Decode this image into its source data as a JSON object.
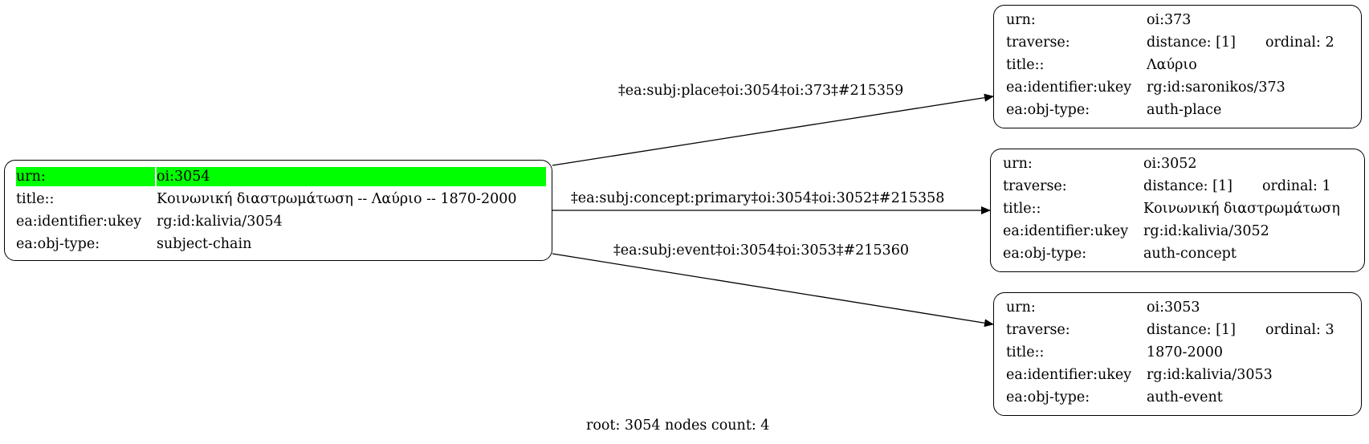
{
  "root_node": {
    "urn_key": "urn:",
    "urn": "oi:3054",
    "title_key": "title::",
    "title": "Κοινωνική διαστρωμάτωση -- Λαύριο -- 1870-2000",
    "ukey_key": "ea:identifier:ukey",
    "ukey": "rg:id:kalivia/3054",
    "type_key": "ea:obj-type:",
    "type": "subject-chain"
  },
  "nodes": [
    {
      "urn_key": "urn:",
      "urn": "oi:373",
      "traverse_key": "traverse:",
      "distance": "distance: [1]",
      "ordinal": "ordinal: 2",
      "title_key": "title::",
      "title": "Λαύριο",
      "ukey_key": "ea:identifier:ukey",
      "ukey": "rg:id:saronikos/373",
      "type_key": "ea:obj-type:",
      "type": "auth-place"
    },
    {
      "urn_key": "urn:",
      "urn": "oi:3052",
      "traverse_key": "traverse:",
      "distance": "distance: [1]",
      "ordinal": "ordinal: 1",
      "title_key": "title::",
      "title": "Κοινωνική διαστρωμάτωση",
      "ukey_key": "ea:identifier:ukey",
      "ukey": "rg:id:kalivia/3052",
      "type_key": "ea:obj-type:",
      "type": "auth-concept"
    },
    {
      "urn_key": "urn:",
      "urn": "oi:3053",
      "traverse_key": "traverse:",
      "distance": "distance: [1]",
      "ordinal": "ordinal: 3",
      "title_key": "title::",
      "title": "1870-2000",
      "ukey_key": "ea:identifier:ukey",
      "ukey": "rg:id:kalivia/3053",
      "type_key": "ea:obj-type:",
      "type": "auth-event"
    }
  ],
  "edges": [
    {
      "label": "‡ea:subj:place‡oi:3054‡oi:373‡#215359"
    },
    {
      "label": "‡ea:subj:concept:primary‡oi:3054‡oi:3052‡#215358"
    },
    {
      "label": "‡ea:subj:event‡oi:3054‡oi:3053‡#215360"
    }
  ],
  "footer": "root: 3054 nodes count: 4",
  "colors": {
    "highlight": "#00ff00",
    "stroke": "#000000"
  }
}
